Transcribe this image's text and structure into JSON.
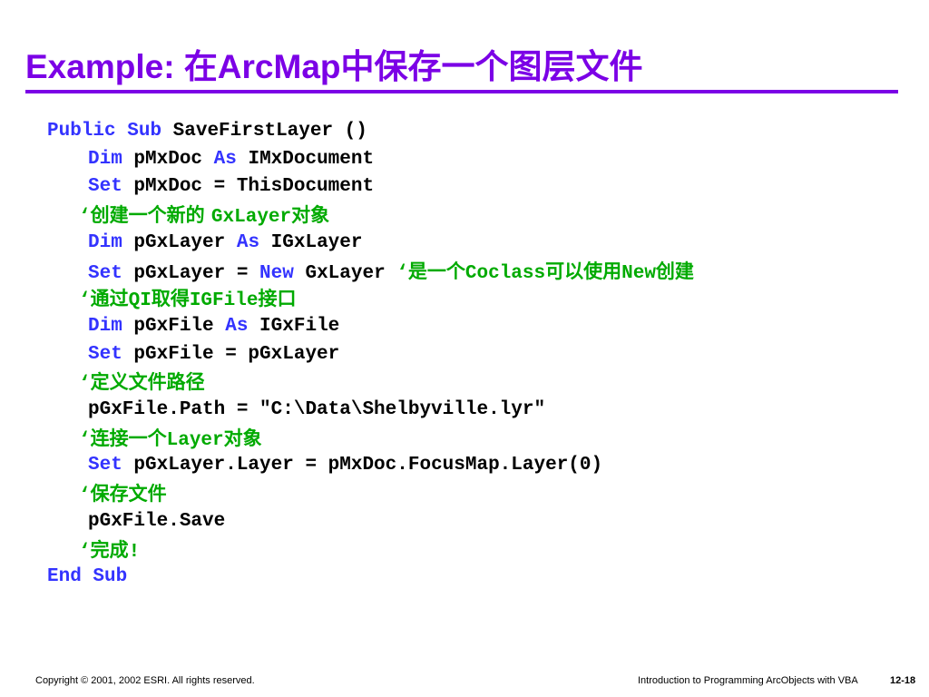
{
  "title": {
    "prefix": "Example: ",
    "text": "在ArcMap中保存一个图层文件"
  },
  "code": [
    {
      "indent": 0,
      "parts": [
        {
          "t": "Public",
          "c": "kw"
        },
        {
          "t": " ",
          "c": ""
        },
        {
          "t": "Sub",
          "c": "kw"
        },
        {
          "t": " SaveFirstLayer ()",
          "c": ""
        }
      ]
    },
    {
      "indent": 1,
      "parts": [
        {
          "t": "Dim",
          "c": "kw"
        },
        {
          "t": " pMxDoc ",
          "c": ""
        },
        {
          "t": "As",
          "c": "kw"
        },
        {
          "t": " IMxDocument",
          "c": ""
        }
      ]
    },
    {
      "indent": 1,
      "parts": [
        {
          "t": "Set",
          "c": "kw"
        },
        {
          "t": " pMxDoc = ThisDocument",
          "c": ""
        }
      ]
    },
    {
      "indent": 1,
      "comment": true,
      "parts": [
        {
          "t": "‘",
          "c": "cm"
        },
        {
          "t": "创建一个新的 ",
          "c": "cm cm-cjk"
        },
        {
          "t": "GxLayer",
          "c": "cm"
        },
        {
          "t": "对象",
          "c": "cm cm-cjk"
        }
      ]
    },
    {
      "indent": 1,
      "parts": [
        {
          "t": "Dim",
          "c": "kw"
        },
        {
          "t": " pGxLayer ",
          "c": ""
        },
        {
          "t": "As",
          "c": "kw"
        },
        {
          "t": " IGxLayer",
          "c": ""
        }
      ]
    },
    {
      "indent": 1,
      "parts": [
        {
          "t": "Set",
          "c": "kw"
        },
        {
          "t": " pGxLayer = ",
          "c": ""
        },
        {
          "t": "New",
          "c": "kw"
        },
        {
          "t": " GxLayer ",
          "c": ""
        },
        {
          "t": "‘",
          "c": "cm"
        },
        {
          "t": "是一个",
          "c": "cm cm-cjk"
        },
        {
          "t": "Coclass",
          "c": "cm"
        },
        {
          "t": "可以使用",
          "c": "cm cm-cjk"
        },
        {
          "t": "New",
          "c": "cm"
        },
        {
          "t": "创建",
          "c": "cm cm-cjk"
        }
      ]
    },
    {
      "indent": 1,
      "comment": true,
      "parts": [
        {
          "t": "‘",
          "c": "cm"
        },
        {
          "t": "通过",
          "c": "cm cm-cjk"
        },
        {
          "t": "QI",
          "c": "cm"
        },
        {
          "t": "取得",
          "c": "cm cm-cjk"
        },
        {
          "t": "IGFile",
          "c": "cm"
        },
        {
          "t": "接口",
          "c": "cm cm-cjk"
        }
      ]
    },
    {
      "indent": 1,
      "parts": [
        {
          "t": "Dim",
          "c": "kw"
        },
        {
          "t": " pGxFile ",
          "c": ""
        },
        {
          "t": "As",
          "c": "kw"
        },
        {
          "t": " IGxFile",
          "c": ""
        }
      ]
    },
    {
      "indent": 1,
      "parts": [
        {
          "t": "Set",
          "c": "kw"
        },
        {
          "t": " pGxFile = pGxLayer",
          "c": ""
        }
      ]
    },
    {
      "indent": 1,
      "comment": true,
      "parts": [
        {
          "t": "‘",
          "c": "cm"
        },
        {
          "t": "定义文件路径",
          "c": "cm cm-cjk"
        }
      ]
    },
    {
      "indent": 1,
      "parts": [
        {
          "t": "pGxFile.Path = \"C:\\Data\\Shelbyville.lyr\"",
          "c": ""
        }
      ]
    },
    {
      "indent": 1,
      "comment": true,
      "parts": [
        {
          "t": "‘",
          "c": "cm"
        },
        {
          "t": "连接一个",
          "c": "cm cm-cjk"
        },
        {
          "t": "Layer",
          "c": "cm"
        },
        {
          "t": "对象",
          "c": "cm cm-cjk"
        }
      ]
    },
    {
      "indent": 1,
      "parts": [
        {
          "t": "Set",
          "c": "kw"
        },
        {
          "t": " pGxLayer.Layer = pMxDoc.FocusMap.Layer(0)",
          "c": ""
        }
      ]
    },
    {
      "indent": 1,
      "comment": true,
      "parts": [
        {
          "t": "‘",
          "c": "cm"
        },
        {
          "t": "保存文件",
          "c": "cm cm-cjk"
        }
      ]
    },
    {
      "indent": 1,
      "parts": [
        {
          "t": "pGxFile.Save",
          "c": ""
        }
      ]
    },
    {
      "indent": 1,
      "comment": true,
      "parts": [
        {
          "t": "‘",
          "c": "cm"
        },
        {
          "t": "完成",
          "c": "cm cm-cjk"
        },
        {
          "t": "!",
          "c": "cm"
        }
      ]
    },
    {
      "indent": 0,
      "parts": [
        {
          "t": "End Sub",
          "c": "kw"
        }
      ]
    }
  ],
  "footer": {
    "copyright": "Copyright © 2001, 2002 ESRI.  All rights reserved.",
    "course": "Introduction to Programming ArcObjects with VBA",
    "page": "12-18"
  },
  "colors": {
    "title": "#7b00e6",
    "keyword": "#3333ff",
    "comment": "#00aa00",
    "text": "#000000"
  }
}
